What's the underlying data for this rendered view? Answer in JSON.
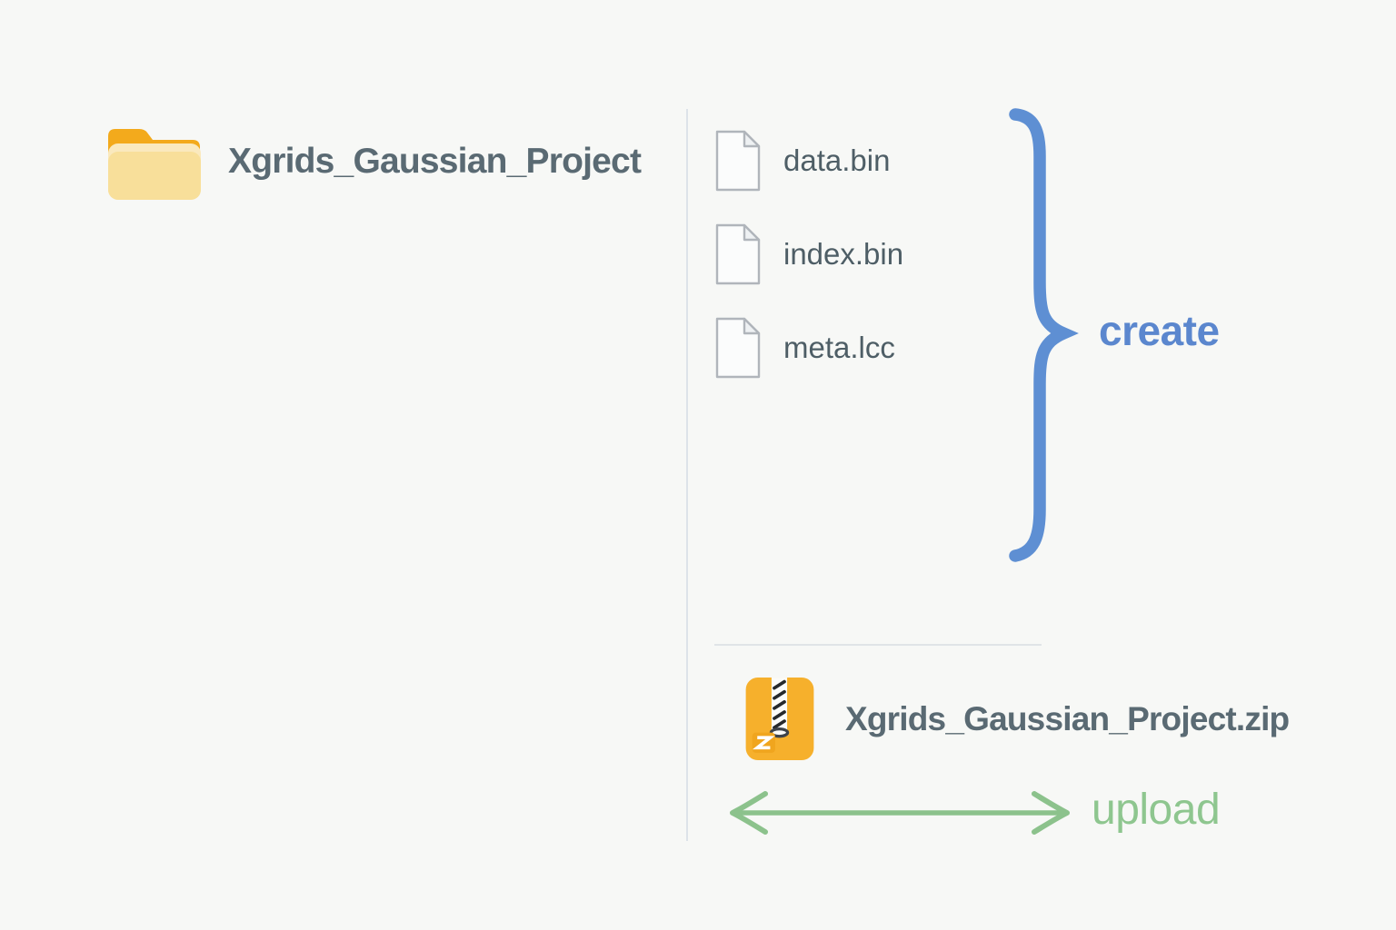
{
  "diagram": {
    "source_folder": {
      "name": "Xgrids_Gaussian_Project",
      "icon": "folder-icon"
    },
    "folder_contents": {
      "files": [
        {
          "name": "data.bin",
          "icon": "file-icon"
        },
        {
          "name": "index.bin",
          "icon": "file-icon"
        },
        {
          "name": "meta.lcc",
          "icon": "file-icon"
        }
      ],
      "grouping_label": "create"
    },
    "archive": {
      "name": "Xgrids_Gaussian_Project.zip",
      "icon": "zip-icon"
    },
    "transfer_label": "upload"
  },
  "icons": {
    "folder": "folder-icon",
    "file": "file-icon",
    "zip": "zip-icon",
    "brace": "curly-brace-icon",
    "arrow": "double-arrow-icon"
  },
  "colors": {
    "background": "#f7f8f6",
    "text_dark_slate": "#5a6a73",
    "text_file_slate": "#4e5e66",
    "accent_blue": "#5b87ce",
    "brace_blue": "#5e8fd3",
    "accent_green": "#8ec68f",
    "arrow_green": "#8cc28c",
    "folder_back_yellow": "#f3aa1c",
    "folder_front_yellow": "#f8df9a",
    "folder_highlight_yellow": "#fae9be",
    "zip_orange": "#f6b02c",
    "divider_gray": "#dde3e9"
  }
}
